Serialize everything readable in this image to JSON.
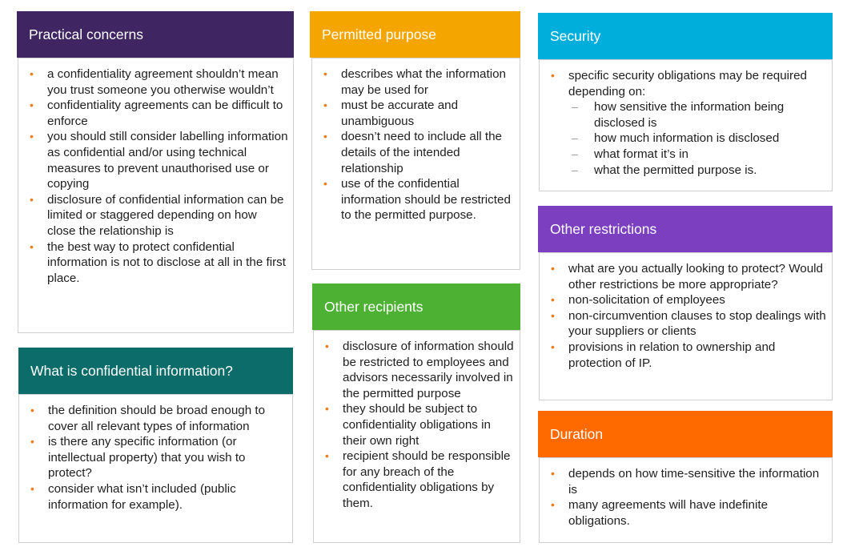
{
  "panels": {
    "practical": {
      "title": "Practical concerns",
      "color": "#3f2663",
      "items": [
        "a confidentiality agreement shouldn’t mean you trust someone you otherwise wouldn’t",
        "confidentiality agreements can be difficult to enforce",
        "you should still consider labelling information as confidential and/or using technical measures to prevent unauthorised use or copying",
        "disclosure of confidential information can be limited or staggered depending on how close the relationship is",
        "the best way to protect confidential information is not to disclose at all in the first place."
      ]
    },
    "what_is": {
      "title": "What is confidential information?",
      "color": "#0b6c6a",
      "items": [
        "the definition should be broad enough to cover all relevant types of information",
        "is there any specific information (or intellectual property) that you wish to protect?",
        "consider what isn’t included (public information for example)."
      ]
    },
    "permitted": {
      "title": "Permitted purpose",
      "color": "#f4a500",
      "items": [
        "describes what the information may be used for",
        "must be accurate and unambiguous",
        "doesn’t need to include all the details of the intended relationship",
        "use of the confidential information should be restricted to the permitted purpose."
      ]
    },
    "recipients": {
      "title": "Other recipients",
      "color": "#4db134",
      "items": [
        "disclosure of information should be restricted to employees and advisors necessarily involved in the permitted purpose",
        "they should be subject to confidentiality obligations in their own right",
        "recipient should be responsible for any breach of the confidentiality obligations by them."
      ]
    },
    "security": {
      "title": "Security",
      "color": "#00aedb",
      "items": [
        "specific security obligations may be required depending on:"
      ],
      "subitems": [
        "how sensitive the information being disclosed is",
        "how much information is disclosed",
        "what format it’s in",
        "what the permitted purpose is."
      ]
    },
    "restrictions": {
      "title": "Other restrictions",
      "color": "#7b3fc0",
      "items": [
        "what are you actually looking to protect? Would other restrictions be more appropriate?",
        "non-solicitation of employees",
        "non-circumvention clauses to stop dealings with your suppliers or clients",
        "provisions in relation to ownership and protection of IP."
      ]
    },
    "duration": {
      "title": "Duration",
      "color": "#ff6a00",
      "items": [
        "depends on how time-sensitive the information is",
        "many agreements will have indefinite obligations."
      ]
    }
  }
}
